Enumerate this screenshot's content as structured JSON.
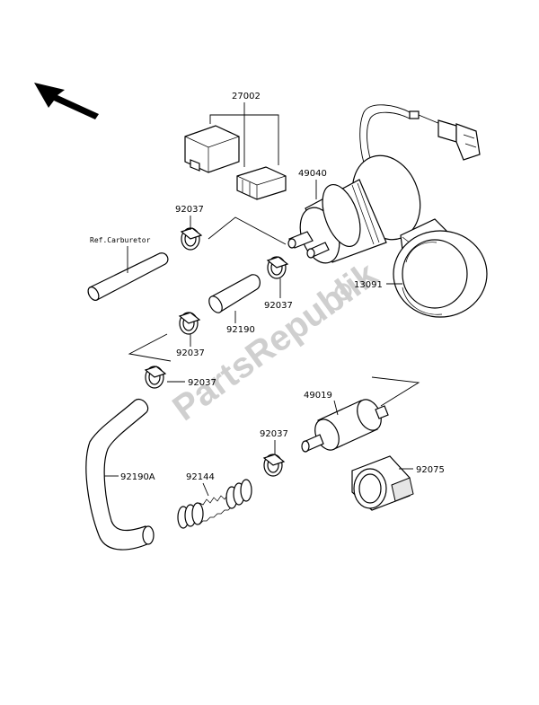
{
  "labels": {
    "relay_connector": "27002",
    "fuel_pump": "49040",
    "clamp_top": "92037",
    "clamp_mid": "92037",
    "clamp_left": "92037",
    "clamp_lower": "92037",
    "clamp_filter": "92037",
    "pump_bracket": "13091",
    "short_hose": "92190",
    "fuel_filter": "49019",
    "long_hose": "92190A",
    "spring": "92144",
    "filter_damper": "92075",
    "ref_carburetor": "Ref.Carburetor"
  },
  "watermark": "PartsRepublik"
}
